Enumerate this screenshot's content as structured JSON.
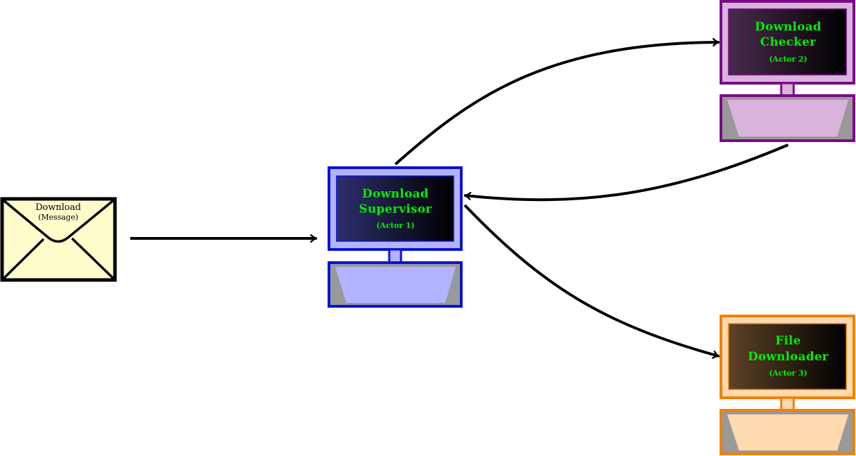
{
  "message": {
    "title": "Download",
    "subtitle": "(Message)"
  },
  "actors": [
    {
      "id": "supervisor",
      "line1": "Download",
      "line2": "Supervisor",
      "sub": "(Actor 1)",
      "border_color": "#0a12d8",
      "fill_color": "#b3b3ff",
      "screen_gradient_start": "#2e2e6e"
    },
    {
      "id": "checker",
      "line1": "Download",
      "line2": "Checker",
      "sub": "(Actor 2)",
      "border_color": "#7a0a86",
      "fill_color": "#d9b3db",
      "screen_gradient_start": "#4a2a4e"
    },
    {
      "id": "downloader",
      "line1": "File",
      "line2": "Downloader",
      "sub": "(Actor 3)",
      "border_color": "#f08000",
      "fill_color": "#ffd9b0",
      "screen_gradient_start": "#5e4226"
    }
  ],
  "colors": {
    "actor_text": "#00ee00",
    "envelope_fill": "#fffccc",
    "envelope_stroke": "#000000",
    "arrow": "#000000",
    "monitor_base_side": "#999999"
  }
}
